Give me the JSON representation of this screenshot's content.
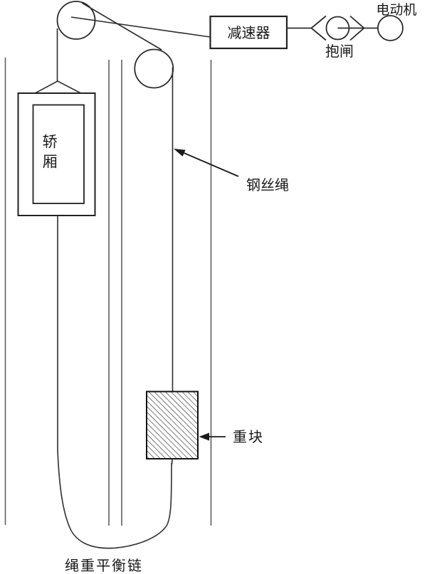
{
  "diagram": {
    "description": "elevator-traction-system-diagram",
    "labels": {
      "reducer": "减速器",
      "brake": "抱闸",
      "motor": "电动机",
      "car": "轿厢",
      "wire_rope": "钢丝绳",
      "weight": "重块",
      "compensation_chain": "绳重平衡链"
    },
    "colors": {
      "line": "#2b2b2b",
      "rail": "#5f5f5f",
      "background": "#ffffff",
      "text": "#1a1a1a"
    }
  }
}
